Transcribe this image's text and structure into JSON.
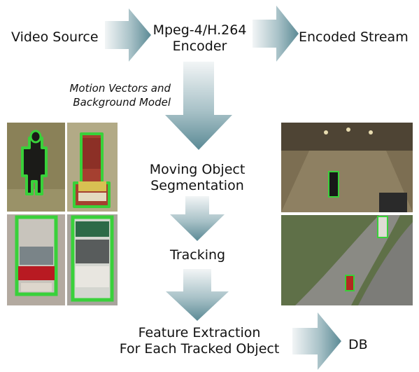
{
  "nodes": {
    "video_source": "Video Source",
    "encoder_line1": "Mpeg-4/H.264",
    "encoder_line2": "Encoder",
    "encoded_stream": "Encoded Stream",
    "motion_vectors_line1": "Motion Vectors and",
    "motion_vectors_line2": "Background Model",
    "segmentation_line1": "Moving Object",
    "segmentation_line2": "Segmentation",
    "tracking": "Tracking",
    "feature_line1": "Feature Extraction",
    "feature_line2": "For Each Tracked Object",
    "db": "DB"
  },
  "colors": {
    "arrow_light": "#eef2f4",
    "arrow_dark": "#5f8d98",
    "segment_outline": "#39d13a"
  },
  "images": [
    "pedestrian-crop",
    "red-truck-crop",
    "red-bus-crop",
    "white-truck-crop",
    "indoor-walkway-scene",
    "highway-scene"
  ]
}
